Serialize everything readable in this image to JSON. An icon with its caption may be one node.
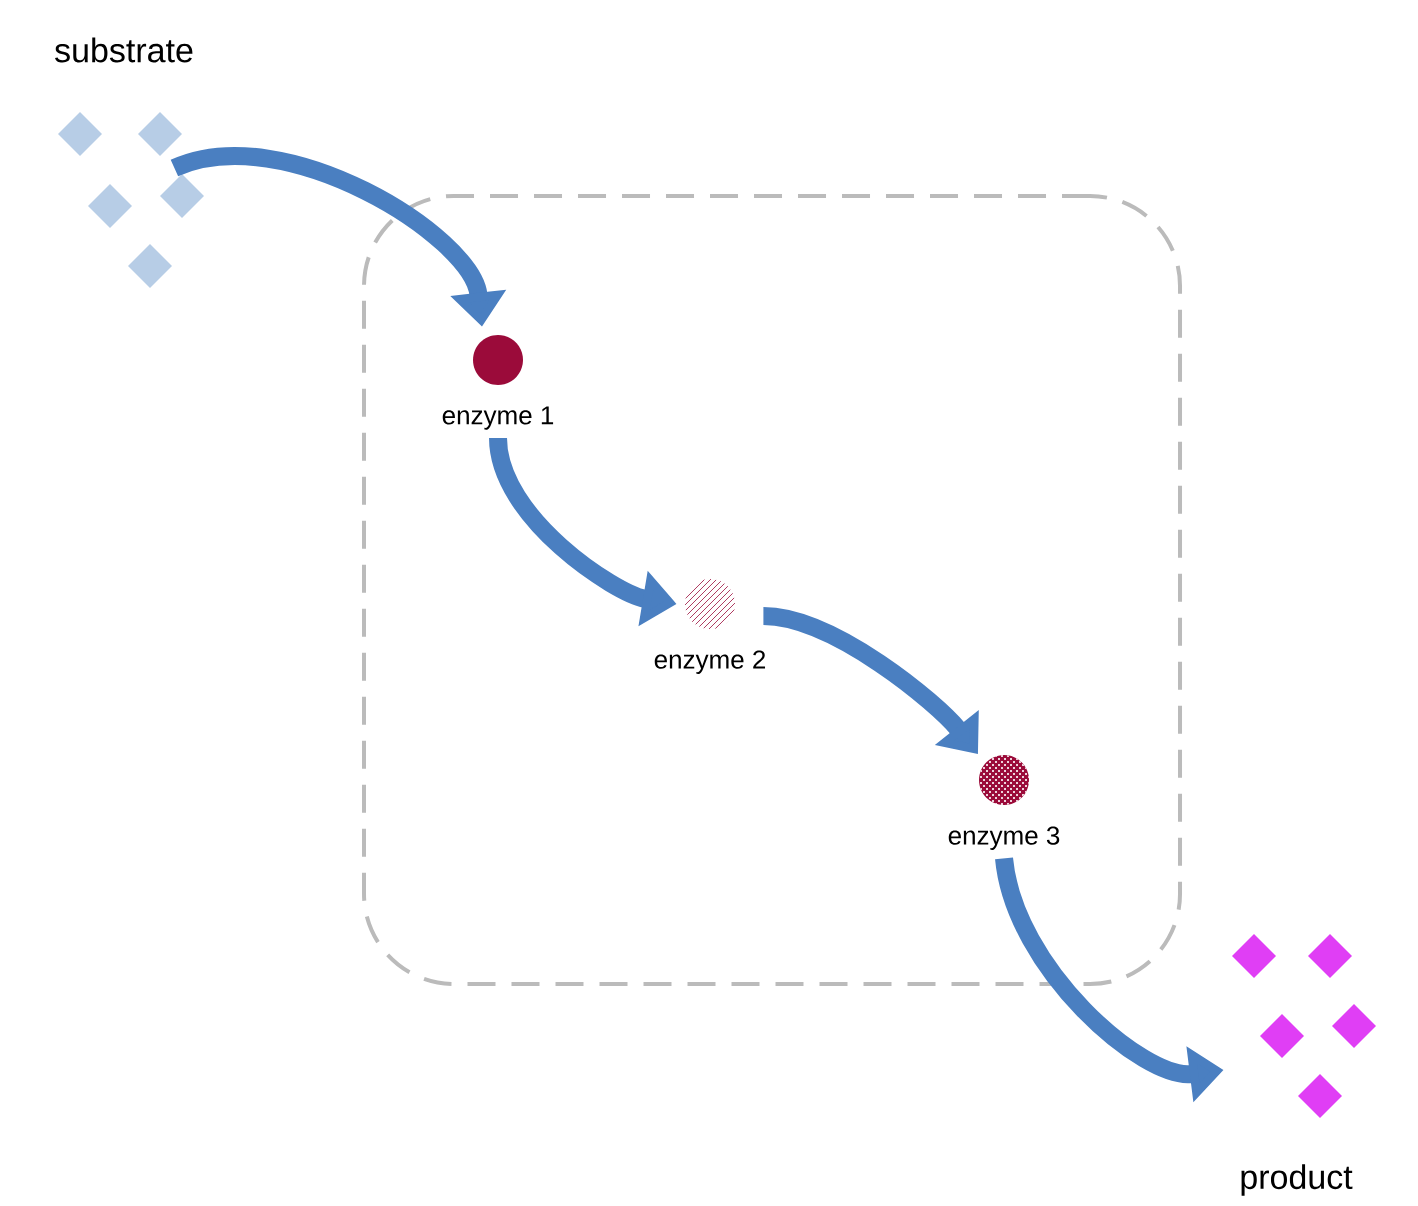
{
  "diagram": {
    "nodes": [
      {
        "text": [],
        "shape": "box"
      },
      {
        "text": [
          "substrate"
        ]
      },
      {
        "text": [
          "enzyme 1"
        ],
        "in": 0
      },
      {
        "text": [
          "enzyme 2"
        ],
        "in": 0
      },
      {
        "text": [
          "enzyme 3"
        ],
        "in": 0
      },
      {
        "text": [
          "product"
        ]
      }
    ],
    "edges": [
      {
        "from": 1,
        "to": 2,
        "arrow": "to"
      },
      {
        "from": 2,
        "to": 3,
        "arrow": "to"
      },
      {
        "from": 3,
        "to": 4,
        "arrow": "to"
      },
      {
        "from": 4,
        "to": 5,
        "arrow": "to"
      }
    ]
  }
}
